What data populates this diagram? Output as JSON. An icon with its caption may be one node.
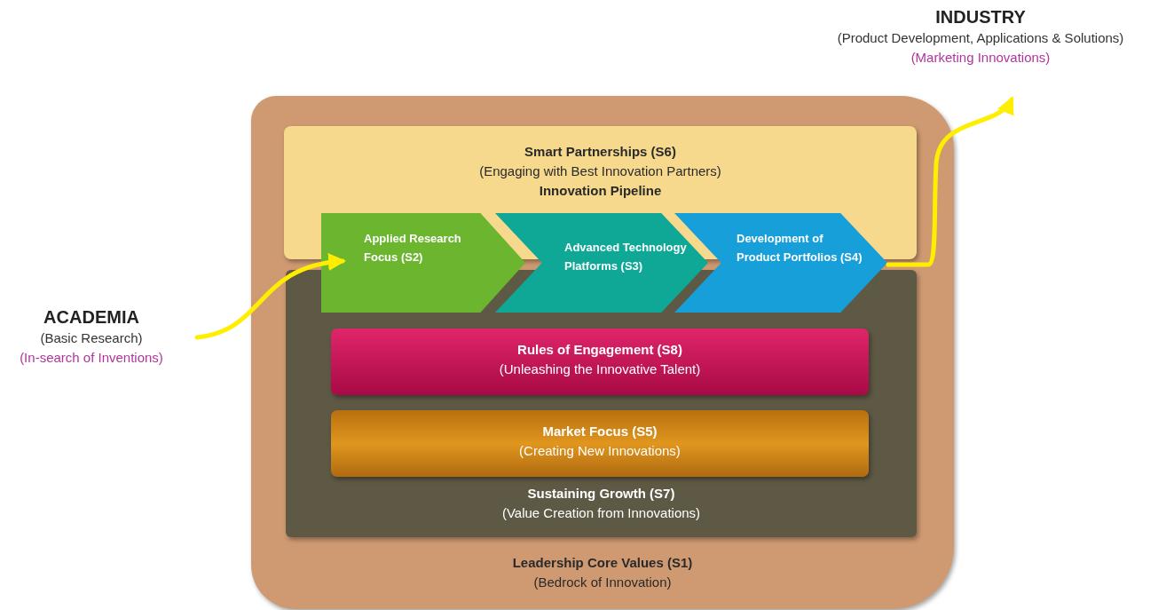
{
  "diagram": {
    "nodes": [
      {
        "text": [
          "INDUSTRY",
          "(Product Development, Applications & Solutions)",
          "(Marketing Innovations)"
        ]
      },
      {
        "text": [
          "Leadership Core Values (S1)",
          "(Bedrock of Innovation)"
        ]
      },
      {
        "text": [
          "Smart Partnerships (S6)",
          "(Engaging with Best Innovation Partners)",
          "Innovation Pipeline"
        ],
        "in": 1
      },
      {
        "text": [
          "Sustaining Growth (S7)",
          "(Value Creation from Innovations)"
        ],
        "in": 1
      },
      {
        "text": [
          "Applied Research Focus (S2)"
        ],
        "in": 1
      },
      {
        "text": [
          "Advanced Technology Platforms (S3)"
        ],
        "in": 1
      },
      {
        "text": [
          "Development of Product Portfolios (S4)"
        ],
        "in": 1
      },
      {
        "text": [
          "Rules of Engagement (S8)",
          "(Unleashing the Innovative Talent)"
        ],
        "in": 3
      },
      {
        "text": [
          "Market Focus (S5)",
          "(Creating New Innovations)"
        ],
        "in": 3
      },
      {
        "text": [
          "ACADEMIA",
          "(Basic Research)",
          "(In-search of Inventions)"
        ]
      }
    ],
    "edges": [
      {
        "from": 9,
        "to": 4,
        "arrow": "to"
      },
      {
        "from": 6,
        "to": 0,
        "arrow": "to"
      }
    ]
  }
}
